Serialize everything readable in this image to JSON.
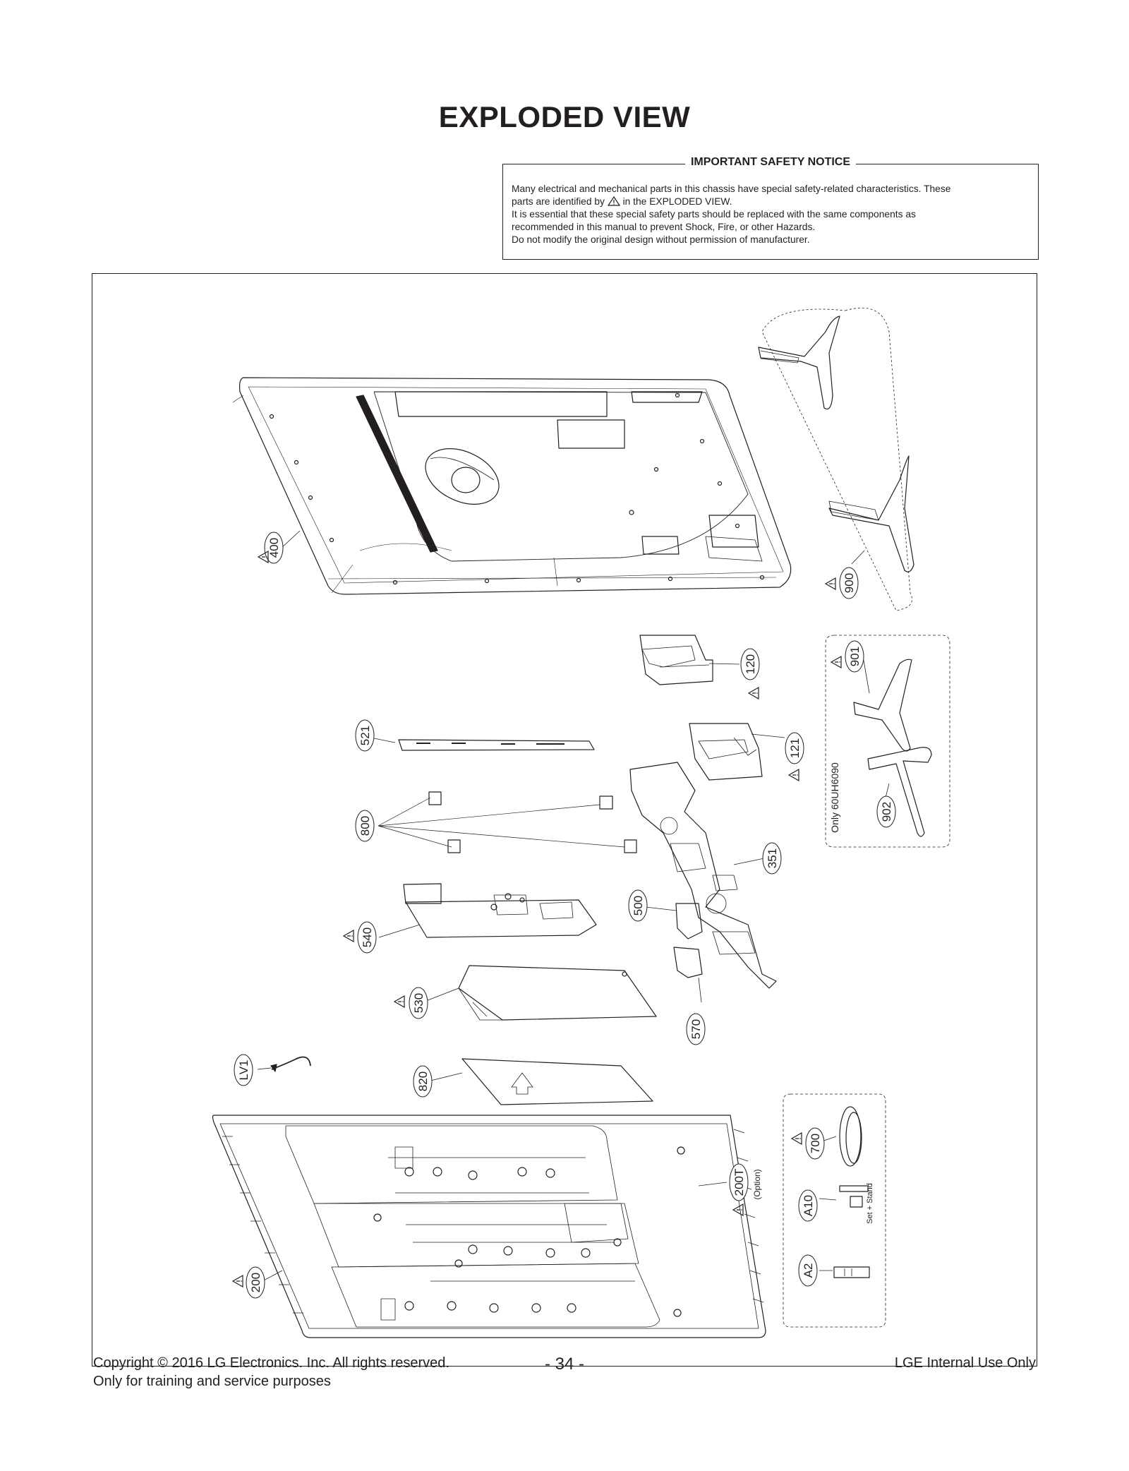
{
  "page_title": "EXPLODED VIEW",
  "safety_notice": {
    "heading": "IMPORTANT SAFETY NOTICE",
    "line1": "Many electrical and mechanical parts in this chassis have special safety-related characteristics. These",
    "line2a": "parts are identified by",
    "line2b": "in the EXPLODED VIEW.",
    "line3": "It is essential that these special safety parts should be replaced with the same components as",
    "line4": "recommended in this manual to prevent Shock, Fire, or other Hazards.",
    "line5": "Do not modify the original design without permission of manufacturer."
  },
  "parts": {
    "p400": "400",
    "p900": "900",
    "p901": "901",
    "p902": "902",
    "p120": "120",
    "p121": "121",
    "p521": "521",
    "p800": "800",
    "p351": "351",
    "p500": "500",
    "p540": "540",
    "p530": "530",
    "p570": "570",
    "pLV1": "LV1",
    "p820": "820",
    "p700": "700",
    "p200T": "200T",
    "pA10": "A10",
    "pA2": "A2",
    "p200": "200"
  },
  "notes": {
    "option": "(Option)",
    "only_model": "Only 60UH6090",
    "set_stand": "Set + Stand"
  },
  "footer": {
    "copyright": "Copyright  © 2016 LG Electronics. Inc. All rights reserved.",
    "training": "Only for training and service purposes",
    "page_number": "- 34 -",
    "internal": "LGE Internal Use Only"
  },
  "colors": {
    "ink": "#231f20",
    "background": "#ffffff"
  },
  "icons": {
    "safety_mark": "warning-triangle-icon"
  }
}
